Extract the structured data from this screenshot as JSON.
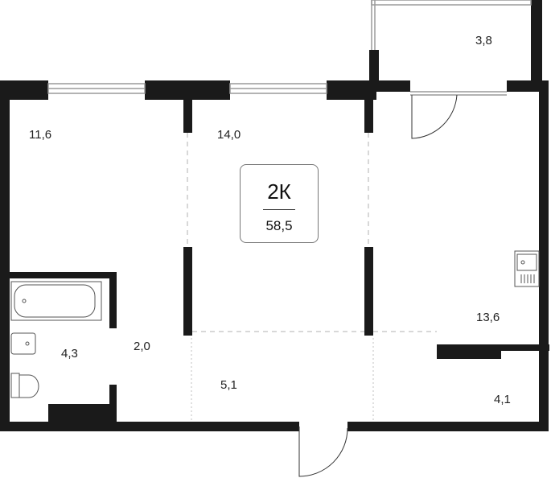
{
  "plan": {
    "apartment_type": "2К",
    "total_area": "58,5",
    "rooms": [
      {
        "id": "room-11-6",
        "area": "11,6"
      },
      {
        "id": "room-14-0",
        "area": "14,0"
      },
      {
        "id": "room-13-6",
        "area": "13,6"
      },
      {
        "id": "room-3-8",
        "area": "3,8"
      },
      {
        "id": "room-4-3",
        "area": "4,3"
      },
      {
        "id": "room-2-0",
        "area": "2,0"
      },
      {
        "id": "room-5-1",
        "area": "5,1"
      },
      {
        "id": "room-4-1",
        "area": "4,1"
      }
    ]
  },
  "colors": {
    "wall": "#1a1a1a",
    "window": "#9a9a9a",
    "dashed": "#b0b0b0",
    "text": "#222222"
  }
}
